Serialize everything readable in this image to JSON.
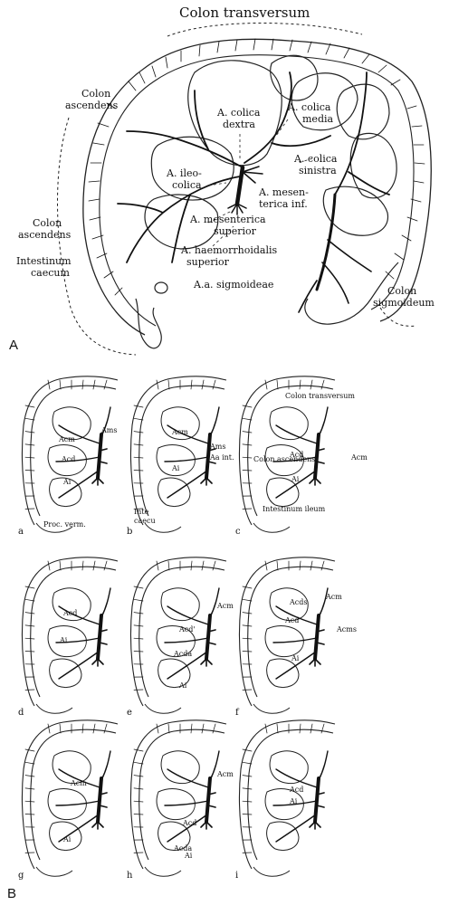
{
  "panel_A": {
    "letter": "A",
    "labels": {
      "colon_transversum": "Colon transversum",
      "colon_ascendens_1": "Colon",
      "colon_ascendens_1b": "ascendens",
      "colon_ascendens_2": "Colon",
      "colon_ascendens_2b": "ascendens",
      "intestinum": "Intestinum",
      "caecum": "caecum",
      "colica_dextra_1": "A. colica",
      "colica_dextra_2": "dextra",
      "colica_media_1": "A. colica",
      "colica_media_2": "media",
      "colica_sinistra_1": "A. colica",
      "colica_sinistra_2": "sinistra",
      "ileocolica_1": "A. ileo-",
      "ileocolica_2": "colica",
      "mesenterica_inf_1": "A. mesen-",
      "mesenterica_inf_2": "terica inf.",
      "mesenterica_sup_1": "A. mesenterica",
      "mesenterica_sup_2": "superior",
      "haemorrhoidalis_1": "A. haemorrhoidalis",
      "haemorrhoidalis_2": "superior",
      "sigmoideae": "A.a. sigmoideae",
      "colon_sigmoideum_1": "Colon",
      "colon_sigmoideum_2": "sigmoideum"
    }
  },
  "panel_B": {
    "letter": "B",
    "variants": [
      {
        "id": "a",
        "labels": [
          "Acm",
          "Acd",
          "Ai",
          "Ams",
          "Proc. verm."
        ]
      },
      {
        "id": "b",
        "labels": [
          "Acm",
          "Ams",
          "Aa int.",
          "Ai",
          "Inte",
          "caecu"
        ]
      },
      {
        "id": "c",
        "labels": [
          "Colon ascendens",
          "Colon transversum",
          "Acd",
          "Acm",
          "Ai",
          "Intestinum ileum"
        ]
      },
      {
        "id": "d",
        "labels": [
          "Acd",
          "Ai"
        ]
      },
      {
        "id": "e",
        "labels": [
          "Acm",
          "Acd'",
          "Acda",
          "Ai"
        ]
      },
      {
        "id": "f",
        "labels": [
          "Acds",
          "Acm",
          "Acd",
          "Acms",
          "Ai"
        ]
      },
      {
        "id": "g",
        "labels": [
          "Acm",
          "Ai"
        ]
      },
      {
        "id": "h",
        "labels": [
          "Acm",
          "Acd",
          "Acda",
          "Ai"
        ]
      },
      {
        "id": "i",
        "labels": [
          "Acd",
          "Ai"
        ]
      }
    ]
  }
}
